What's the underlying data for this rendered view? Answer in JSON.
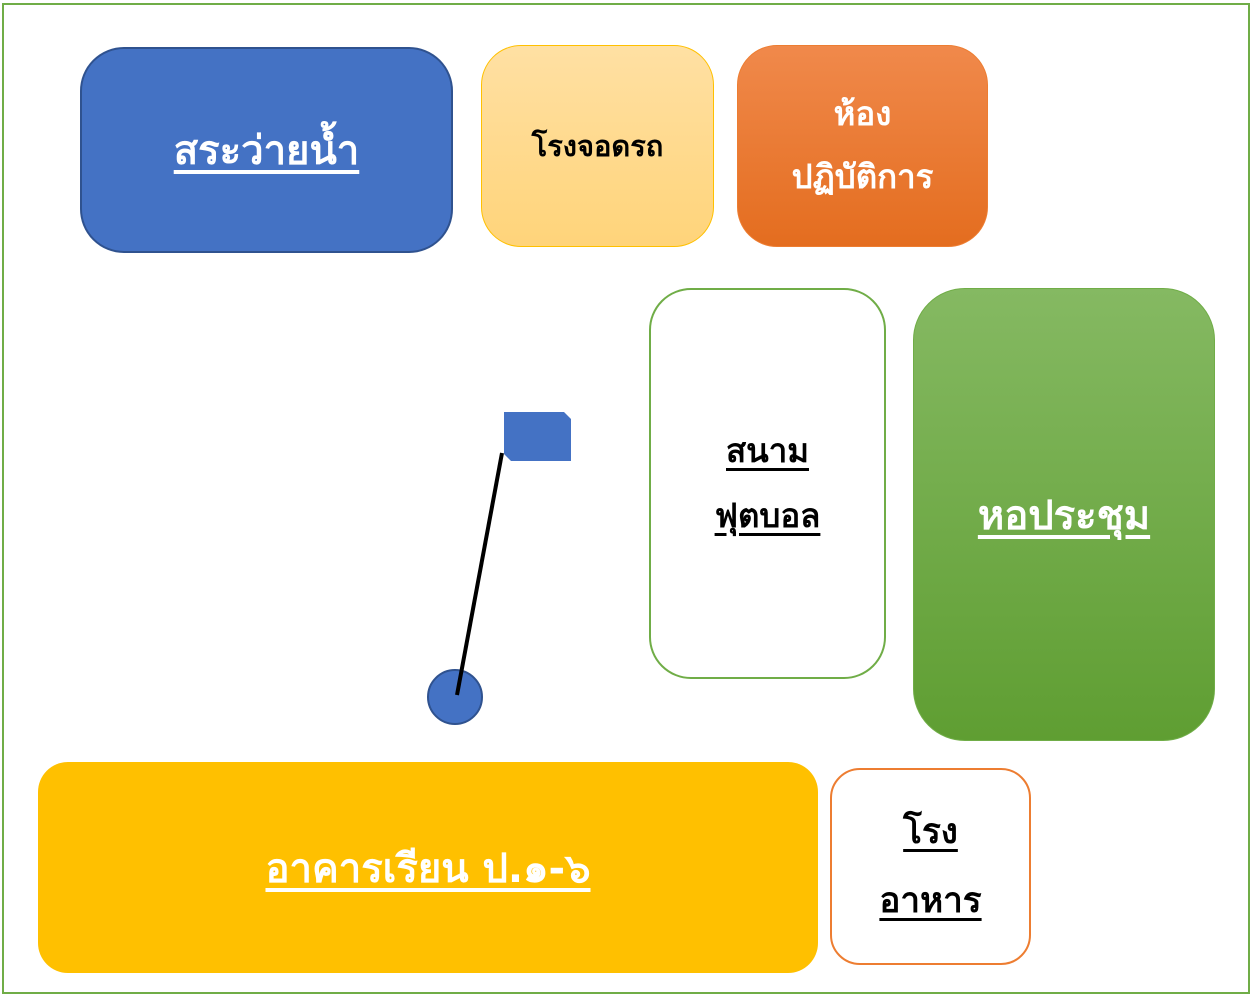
{
  "buildings": {
    "pool": "สระว่ายน้ำ",
    "garage": "โรงจอดรถ",
    "lab_line1": "ห้อง",
    "lab_line2": "ปฏิบัติการ",
    "field_line1": "สนาม",
    "field_line2": "ฟุตบอล",
    "hall": "หอประชุม",
    "classroom": "อาคารเรียน ป.๑-๖",
    "canteen_line1": "โรง",
    "canteen_line2": "อาหาร"
  },
  "colors": {
    "pool": "#4472c4",
    "garage": "#ffd47a",
    "lab": "#ed7d31",
    "hall": "#70ad47",
    "classroom": "#ffc000",
    "flag": "#4472c4",
    "frame": "#70ad47"
  },
  "icons": {
    "flagpole": "flag-icon"
  }
}
